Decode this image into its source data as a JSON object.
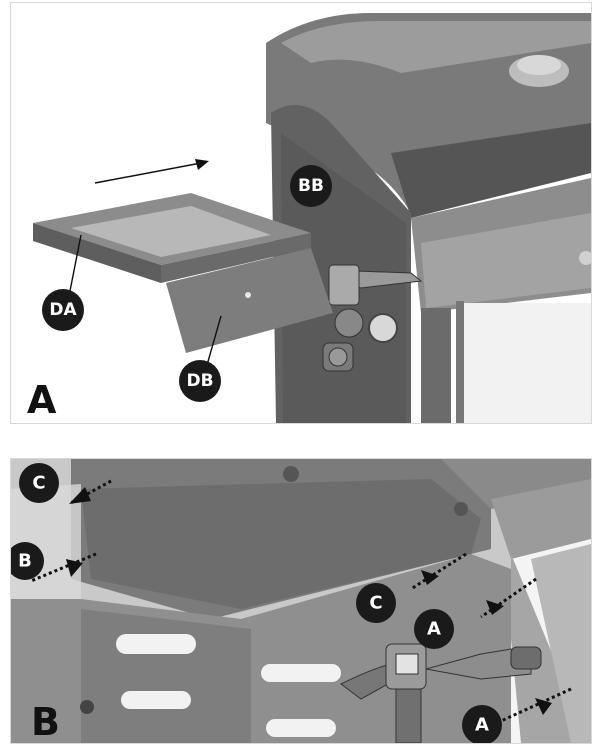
{
  "panel_a": {
    "label": "A",
    "callouts": {
      "bb": "BB",
      "da": "DA",
      "db": "DB"
    }
  },
  "panel_b": {
    "label": "B",
    "callouts": {
      "c_top": "C",
      "b_left": "B",
      "c_mid": "C",
      "a_mid": "A",
      "a_bottom": "A"
    }
  },
  "colors": {
    "callout_fill": "#1a1a1a",
    "grill_dark": "#6f6f6f",
    "grill_mid": "#8a8a8a",
    "grill_light": "#b5b5b5"
  }
}
